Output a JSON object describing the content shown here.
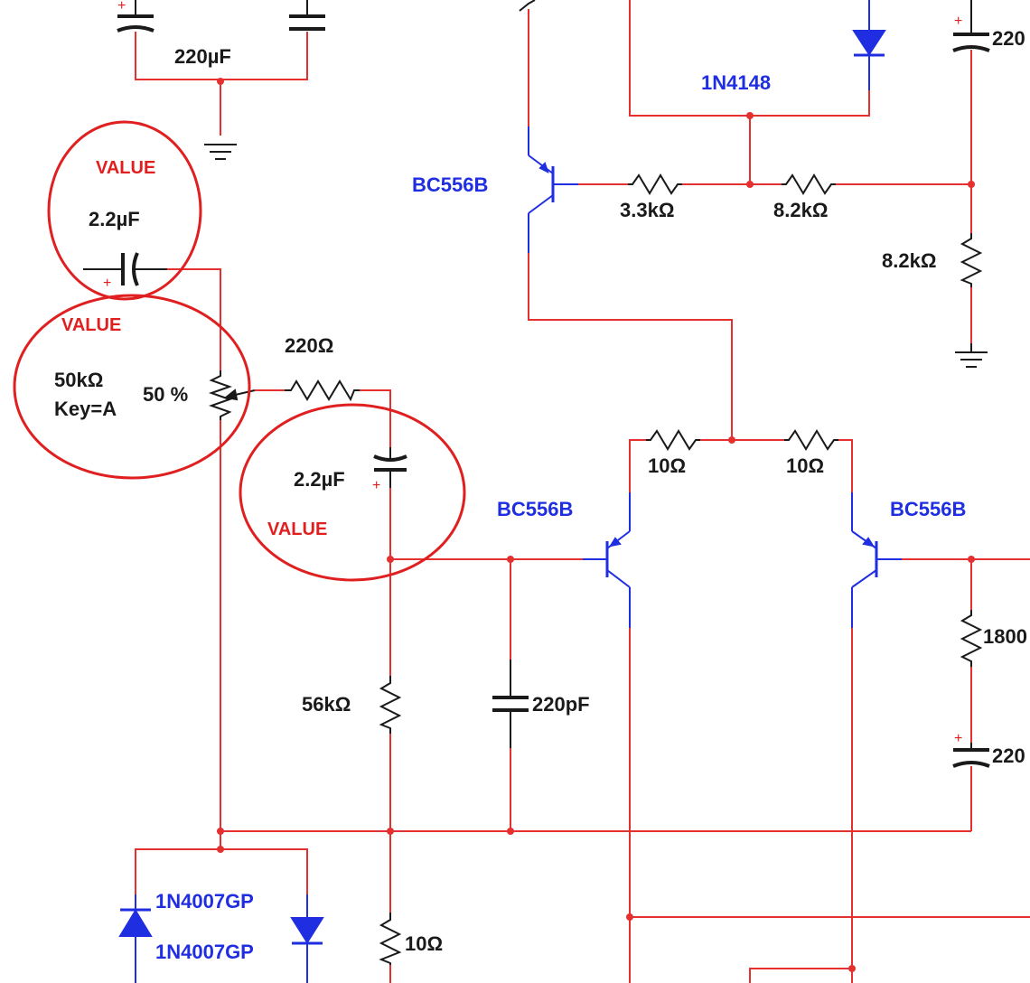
{
  "colors": {
    "wire": "#e53030",
    "component": "#1a1a1a",
    "transistor": "#1f2ee0",
    "annotation": "#e02020",
    "background": "#ffffff"
  },
  "components": {
    "c_220uF_top": "220µF",
    "c_220_right_top": "220",
    "c_input": "2.2µF",
    "c_input_tag": "VALUE",
    "pot_value": "50kΩ",
    "pot_key": "Key=A",
    "pot_setting": "50 %",
    "pot_tag": "VALUE",
    "r_220": "220Ω",
    "c_coupling": "2.2µF",
    "c_coupling_tag": "VALUE",
    "r_56k": "56kΩ",
    "c_220pF": "220pF",
    "r_10_bottom": "10Ω",
    "r_3k3": "3.3kΩ",
    "r_8k2_h": "8.2kΩ",
    "r_8k2_v": "8.2kΩ",
    "r_10_left": "10Ω",
    "r_10_right": "10Ω",
    "r_1800_partial": "1800",
    "c_220_right_mid": "220",
    "d_1n4148": "1N4148",
    "d_1n4007_a": "1N4007GP",
    "d_1n4007_b": "1N4007GP",
    "q_top": "BC556B",
    "q_left": "BC556B",
    "q_right": "BC556B"
  },
  "symbols": {
    "plus": "+"
  }
}
